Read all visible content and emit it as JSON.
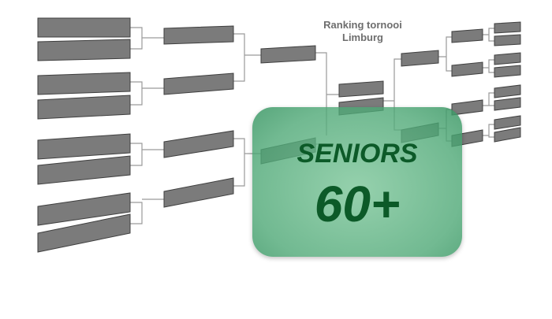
{
  "bracket": {
    "title_line1": "Ranking tornooi",
    "title_line2": "Limburg"
  },
  "badge": {
    "line1": "SENIORS",
    "line2": "60+"
  },
  "colors": {
    "slot_fill": "#7b7b7b",
    "slot_edge": "#3f3f3f",
    "connector": "#9a9a9a",
    "badge_text": "#0c5a28",
    "badge_bg": "#5fb07f"
  }
}
